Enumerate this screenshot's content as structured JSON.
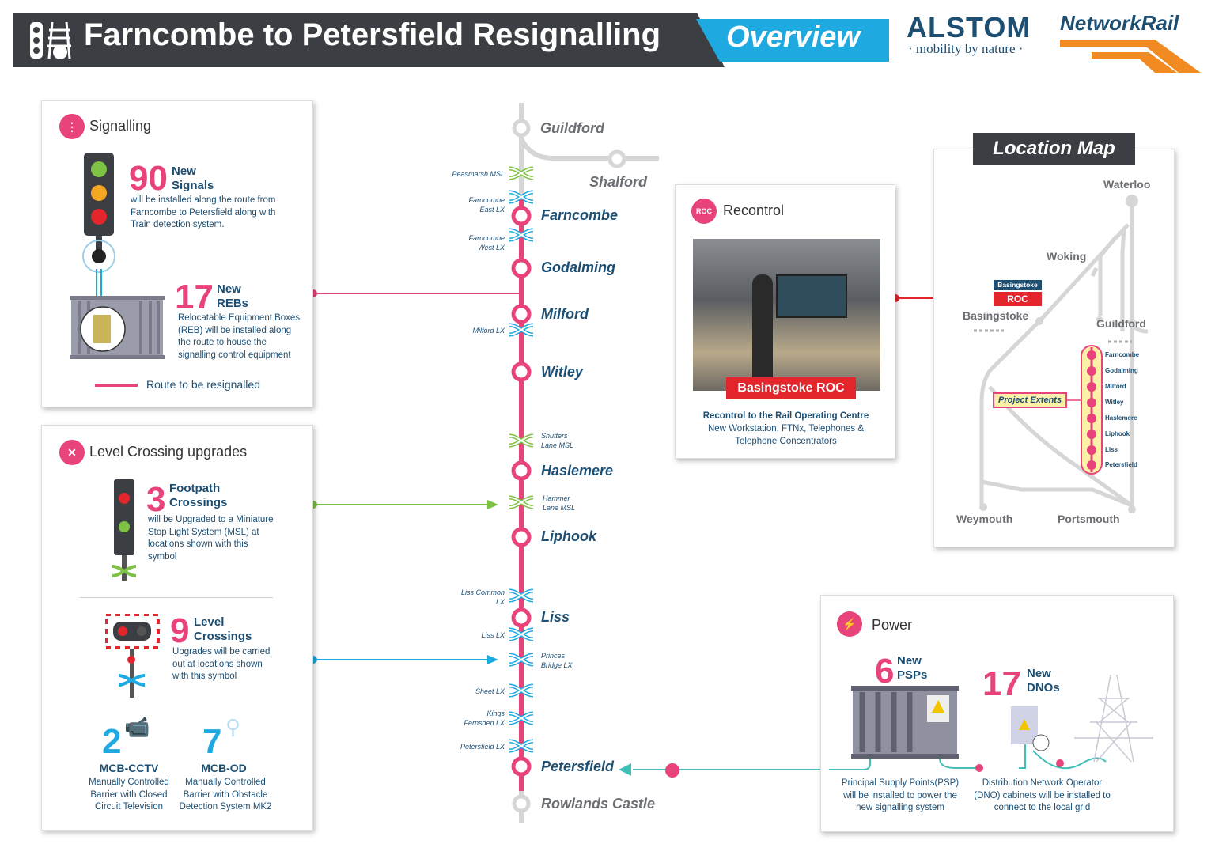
{
  "header": {
    "title": "Farncombe to Petersfield Resignalling",
    "subtitle": "Overview",
    "logo_alstom": "ALSTOM",
    "alstom_tagline": "· mobility by nature ·",
    "logo_networkrail": "NetworkRail"
  },
  "signalling": {
    "title": "Signalling",
    "signals_count": "90",
    "signals_label_1": "New",
    "signals_label_2": "Signals",
    "signals_desc": "will be installed along the route from Farncombe to Petersfield along with Train detection system.",
    "rebs_count": "17",
    "rebs_label_1": "New",
    "rebs_label_2": "REBs",
    "rebs_desc": "Relocatable Equipment Boxes (REB) will be installed along the route to house the signalling control equipment",
    "legend": "Route to be resignalled"
  },
  "level_crossings": {
    "title": "Level Crossing upgrades",
    "footpath_count": "3",
    "footpath_label_1": "Footpath",
    "footpath_label_2": "Crossings",
    "footpath_desc": "will be Upgraded to a Miniature Stop Light System (MSL) at locations shown with this symbol",
    "lx_count": "9",
    "lx_label_1": "Level",
    "lx_label_2": "Crossings",
    "lx_desc": "Upgrades will be carried out at locations shown with this symbol",
    "cctv_count": "2",
    "cctv_label": "MCB-CCTV",
    "cctv_desc": "Manually Controlled Barrier with Closed Circuit Television",
    "od_count": "7",
    "od_label": "MCB-OD",
    "od_desc": "Manually Controlled Barrier with Obstacle Detection System MK2"
  },
  "route": {
    "stations": [
      "Guildford",
      "Shalford",
      "Farncombe",
      "Godalming",
      "Milford",
      "Witley",
      "Haslemere",
      "Liphook",
      "Liss",
      "Petersfield",
      "Rowlands Castle"
    ],
    "crossings": [
      "Peasmarsh MSL",
      "Farncombe East LX",
      "Farncombe West LX",
      "Milford LX",
      "Shutters Lane MSL",
      "Hammer Lane MSL",
      "Liss Common LX",
      "Liss LX",
      "Princes Bridge LX",
      "Sheet LX",
      "Kings Fernsden LX",
      "Petersfield LX"
    ]
  },
  "recontrol": {
    "title": "Recontrol",
    "icon": "ROC",
    "photo_caption": "Basingstoke ROC",
    "desc_title": "Recontrol to the Rail Operating Centre",
    "desc": "New Workstation, FTNx, Telephones & Telephone Concentrators"
  },
  "location_map": {
    "title": "Location Map",
    "places": [
      "Waterloo",
      "Woking",
      "Basingstoke",
      "Guildford",
      "Weymouth",
      "Portsmouth"
    ],
    "roc_label_1": "Basingstoke",
    "roc_label_2": "ROC",
    "project_extents": "Project Extents",
    "stations": [
      "Farncombe",
      "Godalming",
      "Milford",
      "Witley",
      "Haslemere",
      "Liphook",
      "Liss",
      "Petersfield"
    ]
  },
  "power": {
    "title": "Power",
    "psp_count": "6",
    "psp_label_1": "New",
    "psp_label_2": "PSPs",
    "dno_count": "17",
    "dno_label_1": "New",
    "dno_label_2": "DNOs",
    "psp_desc": "Principal Supply Points(PSP) will be installed to power the new signalling system",
    "dno_desc": "Distribution Network Operator (DNO) cabinets will be installed to connect to the local grid"
  },
  "colors": {
    "pink": "#e8437a",
    "blue": "#1fa9e1",
    "green": "#7dc243",
    "navy": "#1d4f73",
    "dark": "#3b3f43",
    "red": "#e3262b"
  }
}
